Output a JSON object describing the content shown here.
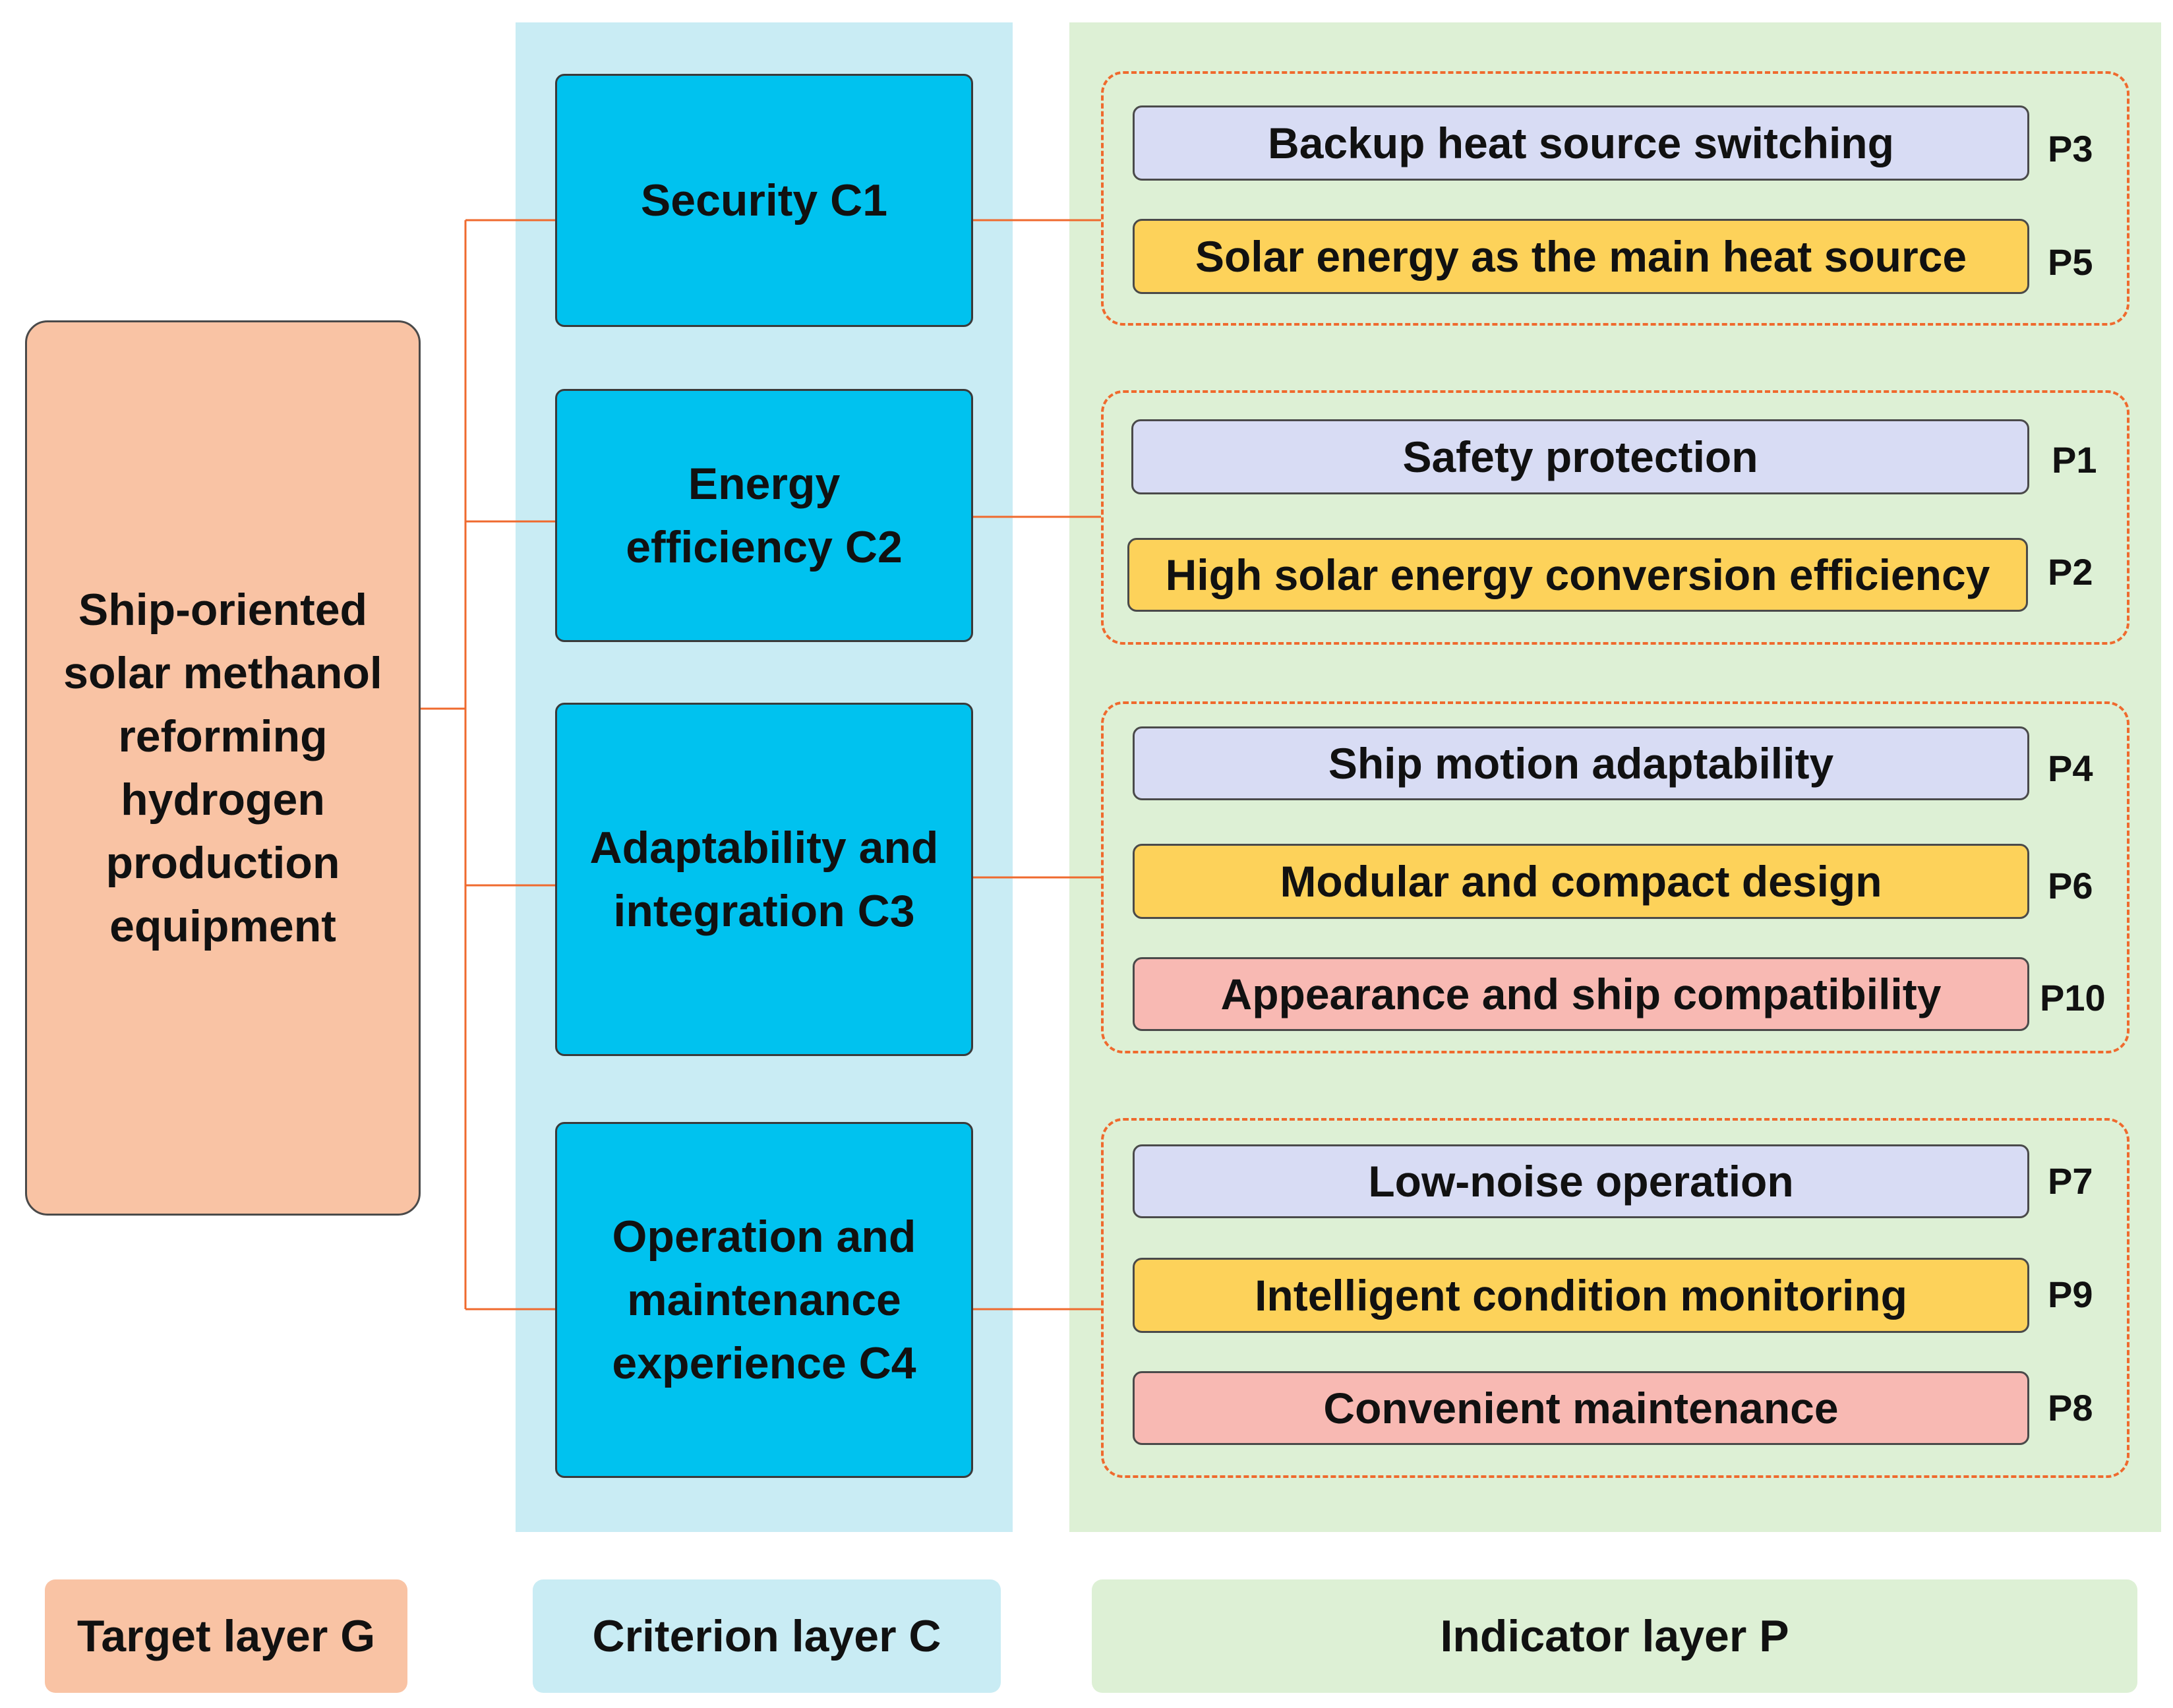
{
  "colors": {
    "target": "#f9c3a4",
    "criterion_bg": "#c9ecf4",
    "criterion_box": "#00c2ef",
    "indicator_bg": "#ddf0d5",
    "indicator_blue": "#d8dcf4",
    "indicator_yellow": "#fdd25a",
    "indicator_pink": "#f8b9b3",
    "connector": "#ef6a2e"
  },
  "target": {
    "lines": [
      "Ship-oriented",
      "solar methanol",
      "reforming",
      "hydrogen",
      "production",
      "equipment"
    ]
  },
  "criteria": [
    {
      "lines": [
        "Security C1"
      ]
    },
    {
      "lines": [
        "Energy",
        "efficiency C2"
      ]
    },
    {
      "lines": [
        "Adaptability and",
        "integration C3"
      ]
    },
    {
      "lines": [
        "Operation and",
        "maintenance",
        "experience C4"
      ]
    }
  ],
  "indicators": [
    {
      "label": "Backup heat source switching",
      "code": "P3",
      "color": "blue"
    },
    {
      "label": "Solar energy as the main heat source",
      "code": "P5",
      "color": "yellow"
    },
    {
      "label": "Safety protection",
      "code": "P1",
      "color": "blue"
    },
    {
      "label": "High solar energy conversion efficiency",
      "code": "P2",
      "color": "yellow"
    },
    {
      "label": "Ship motion adaptability",
      "code": "P4",
      "color": "blue"
    },
    {
      "label": "Modular and compact design",
      "code": "P6",
      "color": "yellow"
    },
    {
      "label": "Appearance and ship compatibility",
      "code": "P10",
      "color": "pink"
    },
    {
      "label": "Low-noise operation",
      "code": "P7",
      "color": "blue"
    },
    {
      "label": "Intelligent condition monitoring",
      "code": "P9",
      "color": "yellow"
    },
    {
      "label": "Convenient maintenance",
      "code": "P8",
      "color": "pink"
    }
  ],
  "legend": {
    "target": "Target layer G",
    "criterion": "Criterion layer C",
    "indicator": "Indicator layer P"
  }
}
